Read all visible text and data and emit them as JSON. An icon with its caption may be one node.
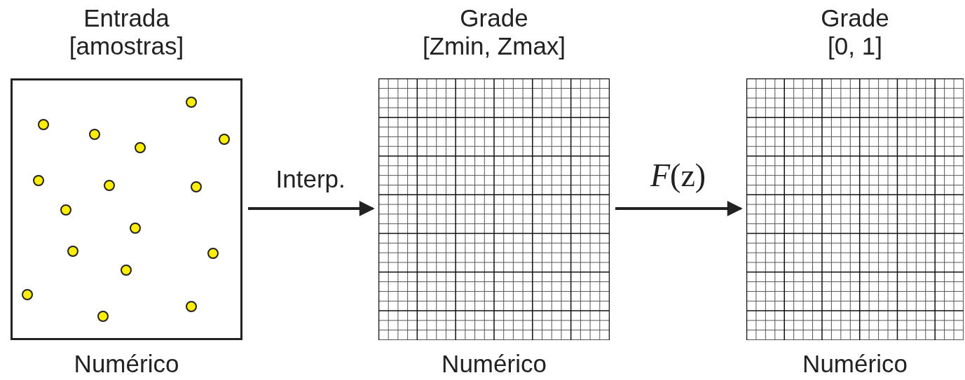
{
  "diagram": {
    "nodes": [
      {
        "text": [
          "Entrada [amostras]"
        ],
        "beside": [
          "Numérico"
        ]
      },
      {
        "text": [
          "Grade [Zmin, Zmax]"
        ],
        "beside": [
          "Numérico"
        ]
      },
      {
        "text": [
          "Grade [0, 1]"
        ],
        "beside": [
          "Numérico"
        ]
      }
    ],
    "edges": [
      {
        "from": 0,
        "to": 1,
        "arrow": "to",
        "label": "Interp."
      },
      {
        "from": 1,
        "to": 2,
        "arrow": "to",
        "label": "*F*(z)"
      }
    ]
  }
}
